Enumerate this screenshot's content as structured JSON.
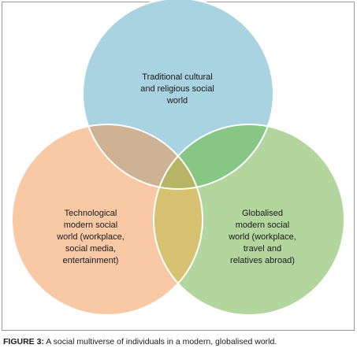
{
  "diagram": {
    "type": "venn",
    "circles": [
      {
        "id": "traditional",
        "label": "Traditional cultural\nand religious social\nworld",
        "color": "#a9d3e0"
      },
      {
        "id": "technological",
        "label": "Technological\nmodern social\nworld (workplace,\nsocial media,\nentertainment)",
        "color": "#f9c9a6"
      },
      {
        "id": "globalised",
        "label": "Globalised\nmodern social\nworld (workplace,\ntravel and\nrelatives abroad)",
        "color": "#b2d69e"
      }
    ],
    "overlap_colors": {
      "traditional_technological": "#cdb393",
      "traditional_globalised": "#86c785",
      "technological_globalised": "#d6c271",
      "all_three": "#b9b566"
    },
    "outline_color": "#ffffff"
  },
  "caption": {
    "figure_number": "FIGURE 3:",
    "text": " A social multiverse of individuals in a modern, globalised world."
  }
}
